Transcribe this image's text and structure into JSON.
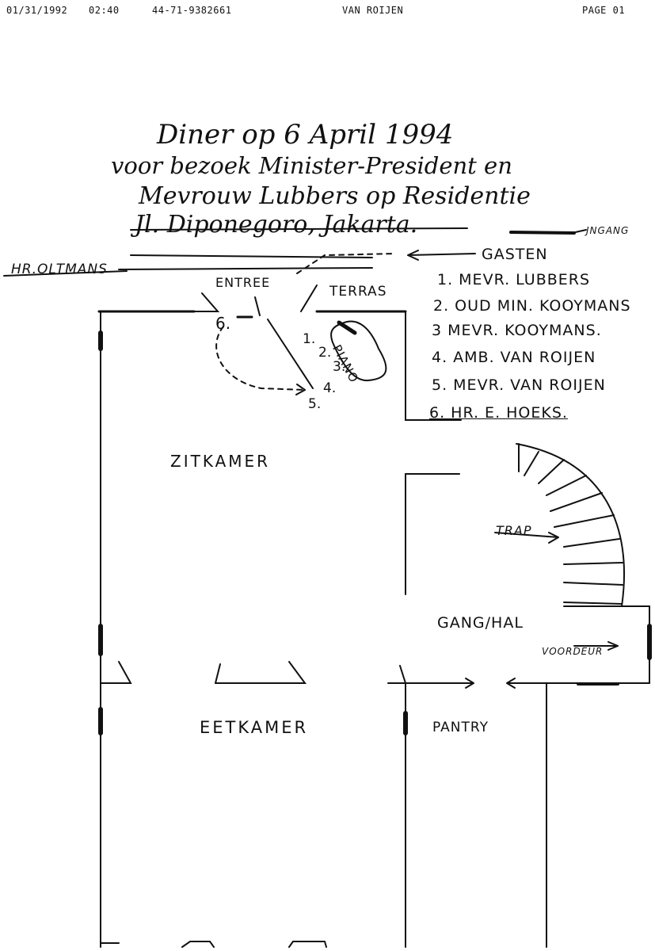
{
  "fax_header": {
    "date": "01/31/1992",
    "time": "02:40",
    "phone": "44-71-9382661",
    "sender": "VAN ROIJEN",
    "page": "PAGE  01"
  },
  "title": {
    "line1": "Diner op 6 April 1994",
    "line2": "voor bezoek Minister-President en",
    "line3": "Mevrouw Lubbers op Residentie",
    "line4": "Jl. Diponegoro, Jakarta."
  },
  "labels": {
    "jngang": "JNGANG",
    "gasten": "GASTEN",
    "hr_oltmans": "HR.OLTMANS",
    "entree": "ENTREE",
    "terras": "TERRAS",
    "piano": "PIANO",
    "zitkamer": "ZITKAMER",
    "trap": "TRAP",
    "gang_hal": "GANG/HAL",
    "voordeur": "VOORDEUR",
    "eetkamer": "EETKAMER",
    "pantry": "PANTRY"
  },
  "guests": [
    "1. MEVR. LUBBERS",
    "2. OUD MIN. KOOYMANS",
    "3 MEVR. KOOYMANS.",
    "4. AMB. VAN ROIJEN",
    "5. MEVR. VAN ROIJEN",
    "6. HR. E. HOEKS."
  ],
  "positions": {
    "p1": "1.",
    "p2": "2.",
    "p3": "3.",
    "p4": "4.",
    "p5": "5.",
    "p6": "6."
  }
}
